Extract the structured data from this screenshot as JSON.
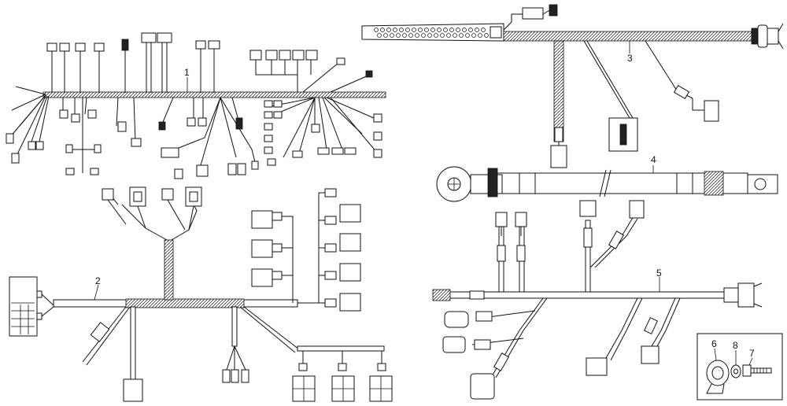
{
  "diagram": {
    "callouts": [
      {
        "id": "1",
        "text": "1"
      },
      {
        "id": "2",
        "text": "2"
      },
      {
        "id": "3",
        "text": "3"
      },
      {
        "id": "4",
        "text": "4"
      },
      {
        "id": "5",
        "text": "5"
      },
      {
        "id": "6",
        "text": "6"
      },
      {
        "id": "7",
        "text": "7"
      },
      {
        "id": "8",
        "text": "8"
      }
    ],
    "colors": {
      "line": "#111111",
      "background": "#ffffff"
    }
  }
}
